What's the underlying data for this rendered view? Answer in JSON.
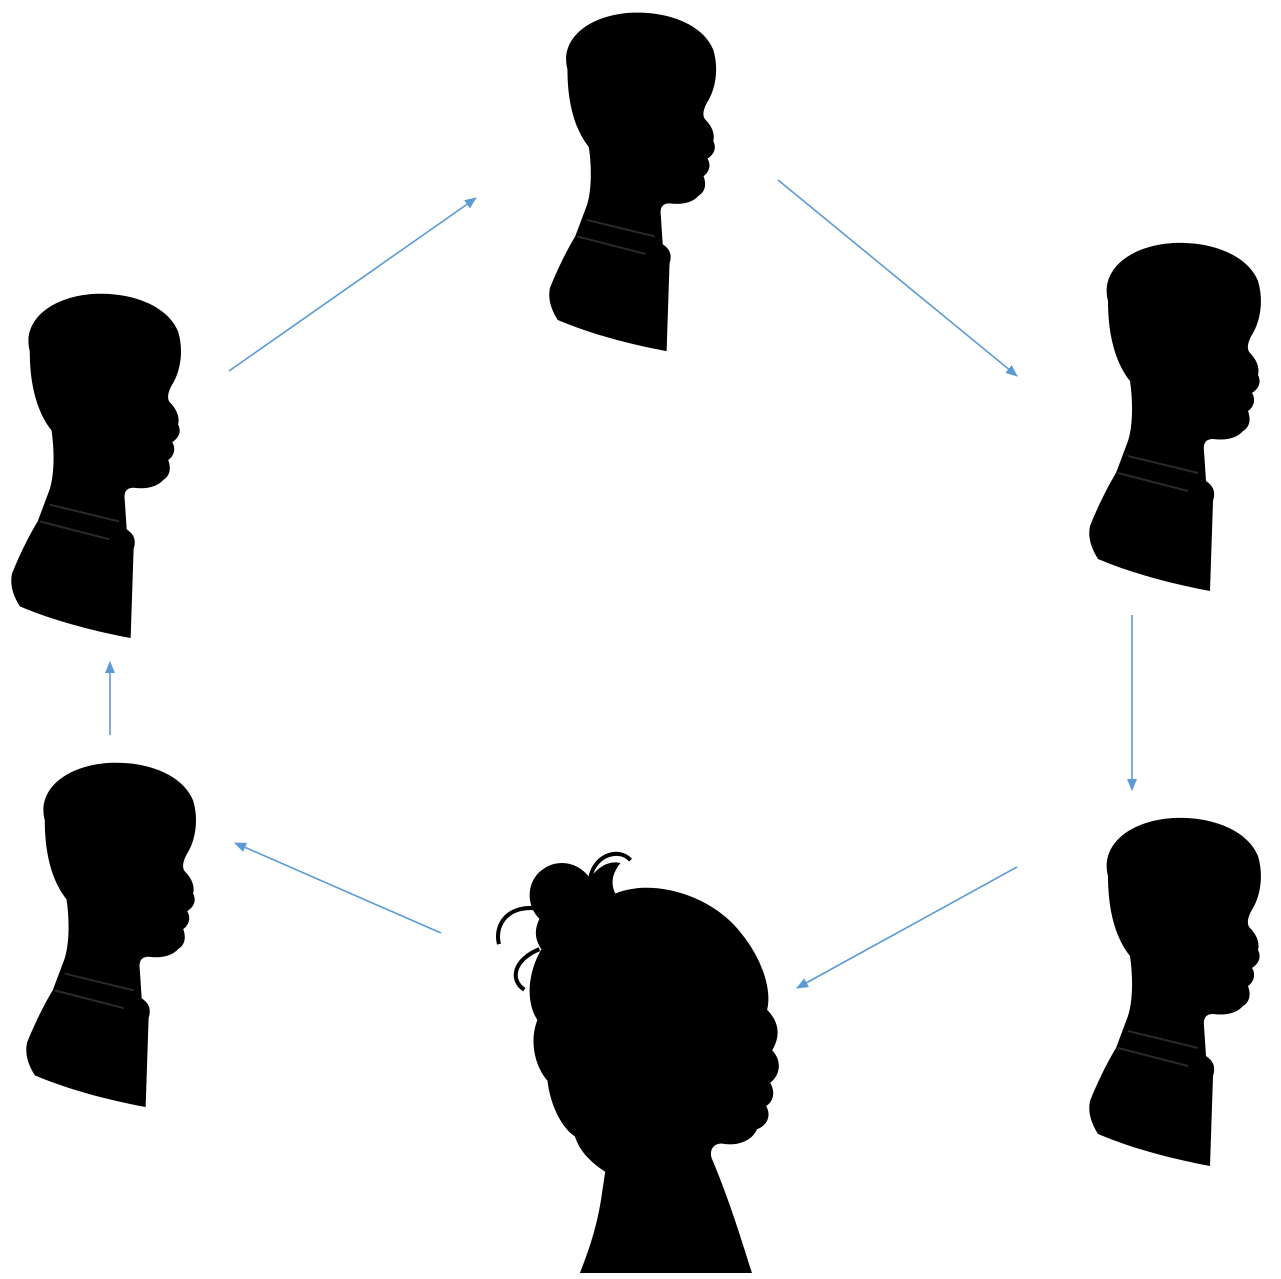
{
  "diagram": {
    "type": "cycle",
    "nodes": [
      {
        "id": "top",
        "figure": "male-silhouette",
        "facing": "right"
      },
      {
        "id": "right-upper",
        "figure": "male-silhouette",
        "facing": "right"
      },
      {
        "id": "right-lower",
        "figure": "male-silhouette",
        "facing": "right"
      },
      {
        "id": "bottom",
        "figure": "female-silhouette",
        "facing": "right"
      },
      {
        "id": "left-lower",
        "figure": "male-silhouette",
        "facing": "right"
      },
      {
        "id": "left-upper",
        "figure": "male-silhouette",
        "facing": "right"
      }
    ],
    "edges": [
      {
        "from": "top",
        "to": "right-upper"
      },
      {
        "from": "right-upper",
        "to": "right-lower"
      },
      {
        "from": "right-lower",
        "to": "bottom"
      },
      {
        "from": "bottom",
        "to": "left-lower"
      },
      {
        "from": "left-lower",
        "to": "left-upper"
      },
      {
        "from": "left-upper",
        "to": "top"
      }
    ]
  },
  "colors": {
    "background": "#ffffff",
    "silhouette": "#000000",
    "arrow": "#5b9bd5"
  }
}
